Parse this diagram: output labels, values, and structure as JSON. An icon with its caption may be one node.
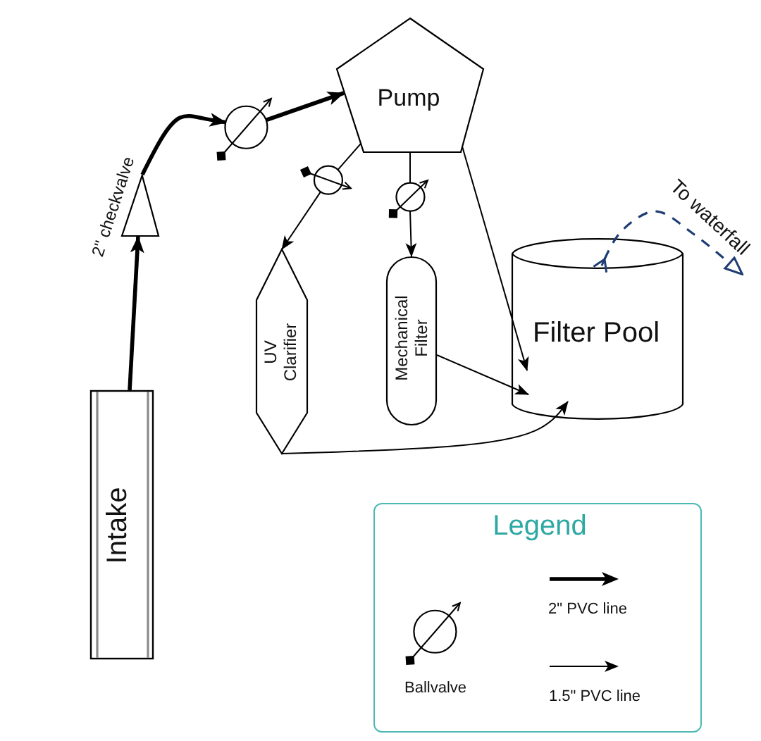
{
  "diagram": {
    "nodes": [
      {
        "text": [
          "Intake"
        ]
      },
      {
        "text": [],
        "shape": "triangle",
        "beside": [
          "2\" checkvalve"
        ]
      },
      {
        "text": [],
        "shape": "circle"
      },
      {
        "text": [
          "Pump"
        ]
      },
      {
        "text": [],
        "shape": "circle"
      },
      {
        "text": [],
        "shape": "circle"
      },
      {
        "text": [
          "UV Clarifier"
        ]
      },
      {
        "text": [
          "Mechanical Filter"
        ]
      },
      {
        "text": [
          "Filter Pool"
        ]
      }
    ],
    "edges": [
      {
        "from": 0,
        "to": 1,
        "arrow": "to",
        "style": "thick"
      },
      {
        "from": 1,
        "to": 2,
        "arrow": "to",
        "style": "thick"
      },
      {
        "from": 2,
        "to": 3,
        "arrow": "to",
        "style": "thick"
      },
      {
        "from": 3,
        "to": 4,
        "arrow": "none"
      },
      {
        "from": 4,
        "to": 6,
        "arrow": "to"
      },
      {
        "from": 3,
        "to": 5,
        "arrow": "none"
      },
      {
        "from": 5,
        "to": 7,
        "arrow": "to"
      },
      {
        "from": 3,
        "to": 8,
        "arrow": "to"
      },
      {
        "from": 7,
        "to": 8,
        "arrow": "to"
      },
      {
        "from": 6,
        "to": 8,
        "arrow": "to"
      },
      {
        "from": 8,
        "to": null,
        "arrow": "to",
        "label": "To waterfall",
        "style": "dashed",
        "color": "#1f3d73"
      }
    ],
    "labels": [
      "Legend"
    ],
    "legend": [
      {
        "text": "Ballvalve"
      },
      {
        "text": "2\" PVC line"
      },
      {
        "text": "1.5\" PVC line"
      }
    ]
  }
}
